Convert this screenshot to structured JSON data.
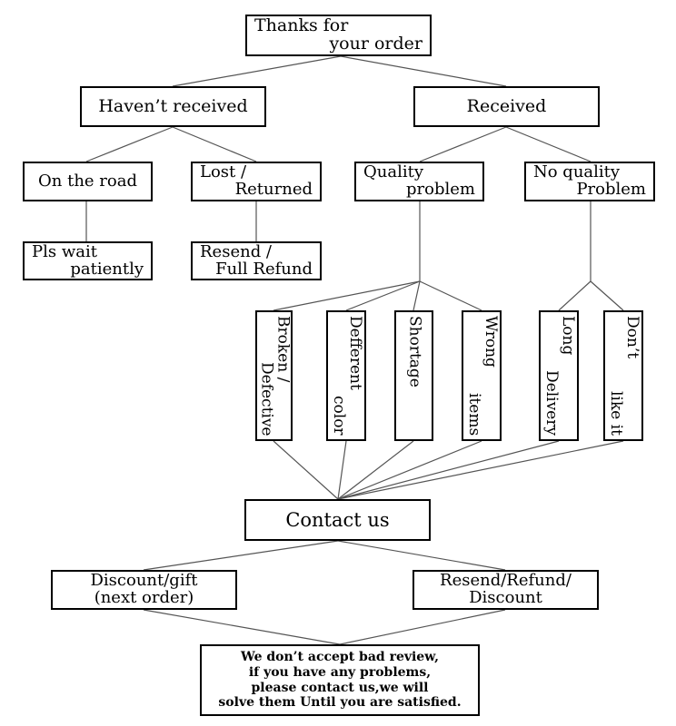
{
  "diagram": {
    "root": [
      "Thanks for",
      "your order"
    ],
    "not_received": "Haven’t received",
    "received": "Received",
    "on_the_road": "On the road",
    "lost_returned": [
      "Lost /",
      "Returned"
    ],
    "quality_problem": [
      "Quality",
      "problem"
    ],
    "no_quality_problem": [
      "No quality",
      "Problem"
    ],
    "wait_patiently": [
      "Pls wait",
      "patiently"
    ],
    "resend_full_refund": [
      "Resend /",
      "Full Refund"
    ],
    "broken_defective": [
      "Broken /",
      "Defective"
    ],
    "different_color": [
      "Defferent",
      "color"
    ],
    "shortage": "Shortage",
    "wrong_items": [
      "Wrong",
      "items"
    ],
    "long_delivery": [
      "Long",
      "Delivery"
    ],
    "dont_like_it": [
      "Don’t",
      "like it"
    ],
    "contact_us": "Contact us",
    "discount_gift": [
      "Discount/gift",
      "(next order)"
    ],
    "resend_refund_discount": [
      "Resend/Refund/",
      "Discount"
    ],
    "footer_note": [
      "We don’t accept bad review,",
      "if you have any problems,",
      "please contact us,we will",
      "solve them Until you are satisfied."
    ]
  }
}
